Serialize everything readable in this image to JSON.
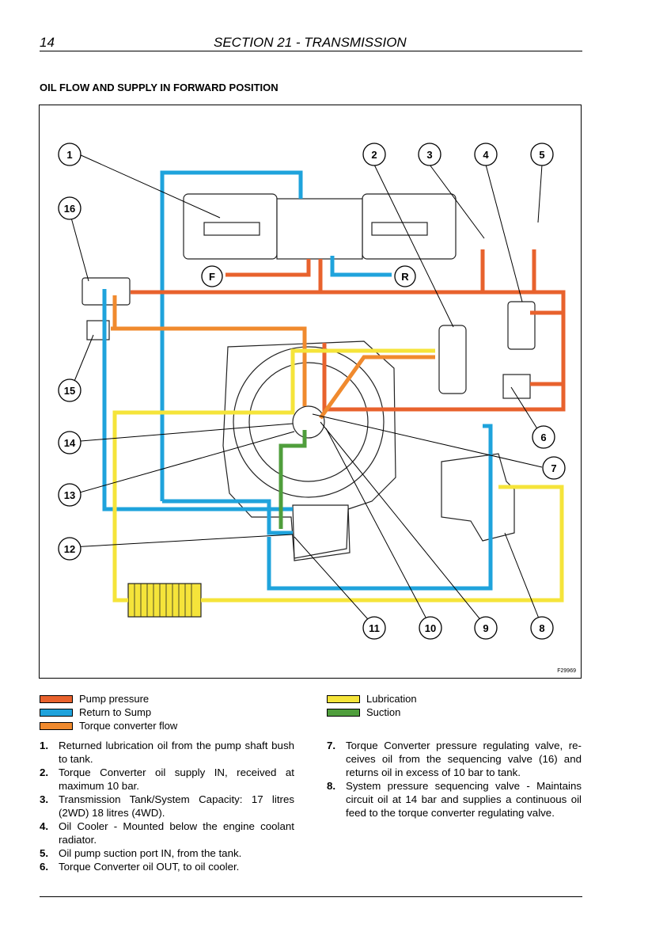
{
  "header": {
    "page_number": "14",
    "section": "SECTION 21 - TRANSMISSION"
  },
  "subtitle": "OIL FLOW AND SUPPLY IN FORWARD POSITION",
  "figure": {
    "code": "F29969",
    "callouts": [
      "1",
      "2",
      "3",
      "4",
      "5",
      "6",
      "7",
      "8",
      "9",
      "10",
      "11",
      "12",
      "13",
      "14",
      "15",
      "16"
    ],
    "port_labels": {
      "forward": "F",
      "reverse": "R"
    },
    "colors": {
      "pump_pressure": "#e8622d",
      "return": "#1fa3dc",
      "converter": "#f08a2e",
      "lubrication": "#f5e43a",
      "suction": "#4f9e3c"
    }
  },
  "legend": {
    "left": [
      {
        "label": "Pump pressure",
        "color": "#e8622d"
      },
      {
        "label": "Return to Sump",
        "color": "#1fa3dc"
      },
      {
        "label": "Torque converter flow",
        "color": "#f08a2e"
      }
    ],
    "right": [
      {
        "label": "Lubrication",
        "color": "#f5e43a"
      },
      {
        "label": "Suction",
        "color": "#4f9e3c"
      }
    ]
  },
  "notes_left": [
    {
      "n": "1.",
      "text": "Returned lubrication oil from the pump shaft bush to tank."
    },
    {
      "n": "2.",
      "text": "Torque Converter oil supply IN, received at maximum 10 bar."
    },
    {
      "n": "3.",
      "text": "Transmission Tank/System Capacity: 17 litres (2WD) 18 litres (4WD)."
    },
    {
      "n": "4.",
      "text": "Oil Cooler - Mounted below the engine coolant radiator."
    },
    {
      "n": "5.",
      "text": "Oil pump suction port IN, from the tank."
    },
    {
      "n": "6.",
      "text": "Torque Converter oil OUT, to oil cooler."
    }
  ],
  "notes_right": [
    {
      "n": "7.",
      "text": "Torque Converter pressure regulating valve, re-ceives oil from the sequencing valve (16) and returns oil in excess of 10 bar to tank."
    },
    {
      "n": "8.",
      "text": "System pressure sequencing valve - Maintains circuit oil at 14 bar and supplies a continuous oil feed to the torque converter regulating valve."
    }
  ]
}
